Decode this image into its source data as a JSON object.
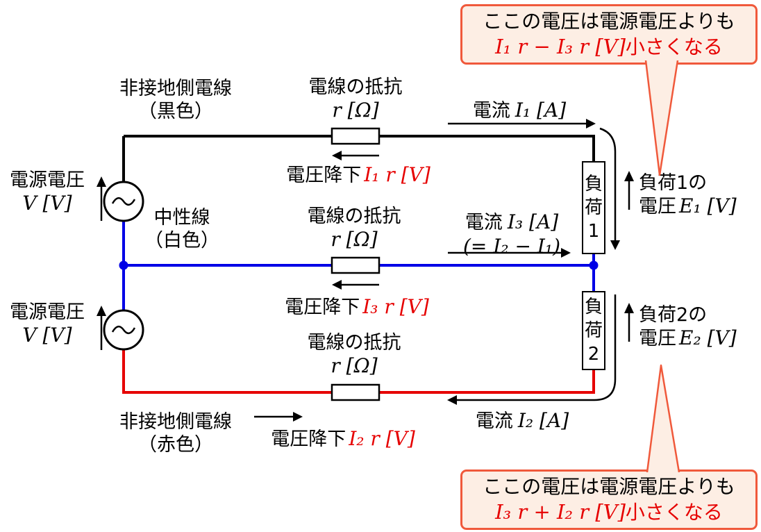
{
  "colors": {
    "wire_black": "#000000",
    "wire_neutral": "#0000e6",
    "wire_red": "#e60000",
    "formula_red": "#e60000",
    "callout_border": "#f0593b",
    "callout_bg": "#fdeee4"
  },
  "source": {
    "line1": "電源電圧",
    "line2": "V [V]"
  },
  "wires": {
    "black": {
      "line1": "非接地側電線",
      "line2": "（黒色）"
    },
    "neutral": {
      "line1": "中性線",
      "line2": "（白色）"
    },
    "red": {
      "line1": "非接地側電線",
      "line2": "（赤色）"
    }
  },
  "resistor": {
    "line1": "電線の抵抗",
    "line2": "r [Ω]"
  },
  "currents": {
    "i1": {
      "label": "電流",
      "formula": "I₁ [A]"
    },
    "i3": {
      "label": "電流",
      "formula": "I₃ [A]",
      "note": "(= I₂ − I₁)"
    },
    "i2": {
      "label": "電流",
      "formula": "I₂ [A]"
    }
  },
  "drops": {
    "d1": {
      "label": "電圧降下",
      "formula": "I₁ r [V]"
    },
    "d3": {
      "label": "電圧降下",
      "formula": "I₃ r [V]"
    },
    "d2": {
      "label": "電圧降下",
      "formula": "I₂ r [V]"
    }
  },
  "loads": {
    "load1": {
      "box": "負荷1",
      "name": "負荷1の",
      "volt_label": "電圧",
      "volt_formula": "E₁ [V]"
    },
    "load2": {
      "box": "負荷2",
      "name": "負荷2の",
      "volt_label": "電圧",
      "volt_formula": "E₂ [V]"
    }
  },
  "callouts": {
    "top": {
      "line1": "ここの電圧は電源電圧よりも",
      "formula": "I₁ r − I₃ r [V]",
      "suffix": "小さくなる"
    },
    "bottom": {
      "line1": "ここの電圧は電源電圧よりも",
      "formula": "I₃ r + I₂ r [V]",
      "suffix": "小さくなる"
    }
  }
}
